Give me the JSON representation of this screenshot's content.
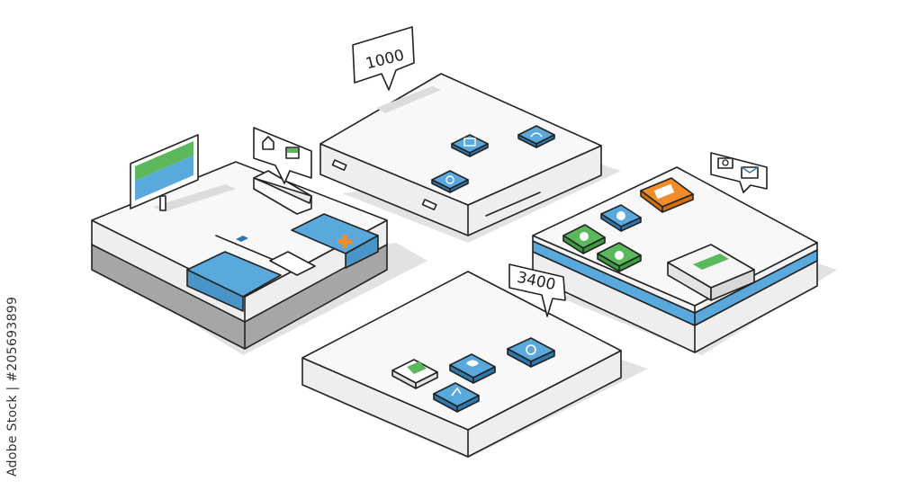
{
  "bubbles": {
    "top_counter": "1000",
    "bottom_counter": "3400"
  },
  "stock_caption": "Adobe Stock | #205693899",
  "colors": {
    "outline": "#222222",
    "platform_top": "#f7f7f7",
    "platform_side": "#e6e6e6",
    "platform_dark": "#9a9a9a",
    "shadow": "#e1e1e1",
    "blue": "#5aa9dc",
    "blue_dark": "#2e78b0",
    "green": "#5cb85c",
    "orange": "#f08c2a"
  },
  "icons": {
    "billboard": "billboard-icon",
    "camera": "camera-icon",
    "mail": "mail-icon",
    "apple": "apple-icon",
    "battery": "battery-icon"
  }
}
